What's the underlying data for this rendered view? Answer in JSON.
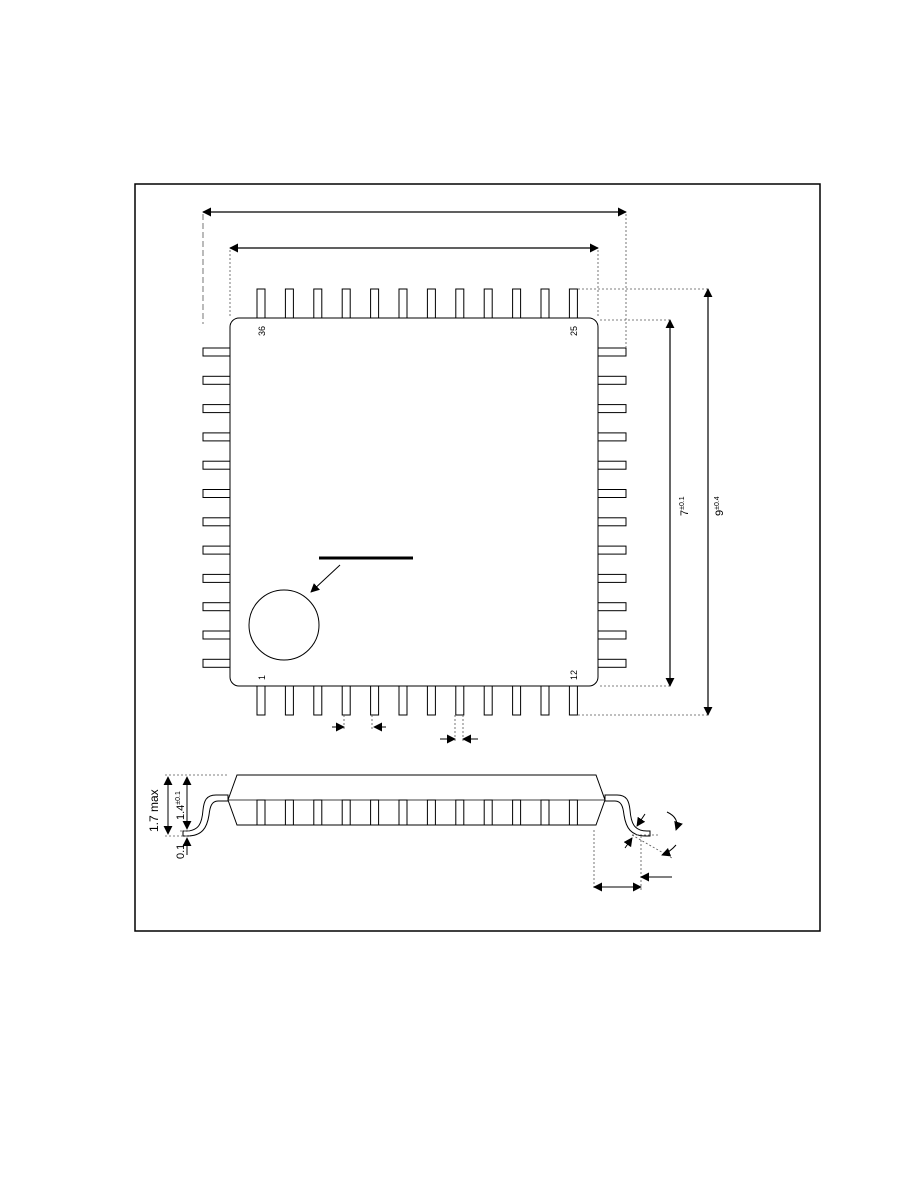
{
  "diagram": {
    "colors": {
      "ink": "#000000",
      "background": "#ffffff",
      "leader": "#555555"
    },
    "pins": {
      "pin_1": "1",
      "pin_12": "12",
      "pin_25": "25",
      "pin_36": "36"
    },
    "dimensions": {
      "body_height": "7",
      "body_height_tol": "±0.1",
      "lead_span": "9",
      "lead_span_tol": "±0.4",
      "max_height": "1.7 max",
      "body_thickness": "1.4",
      "body_thickness_tol": "±0.1",
      "standoff": "0.1"
    },
    "pins_per_side": 12
  }
}
